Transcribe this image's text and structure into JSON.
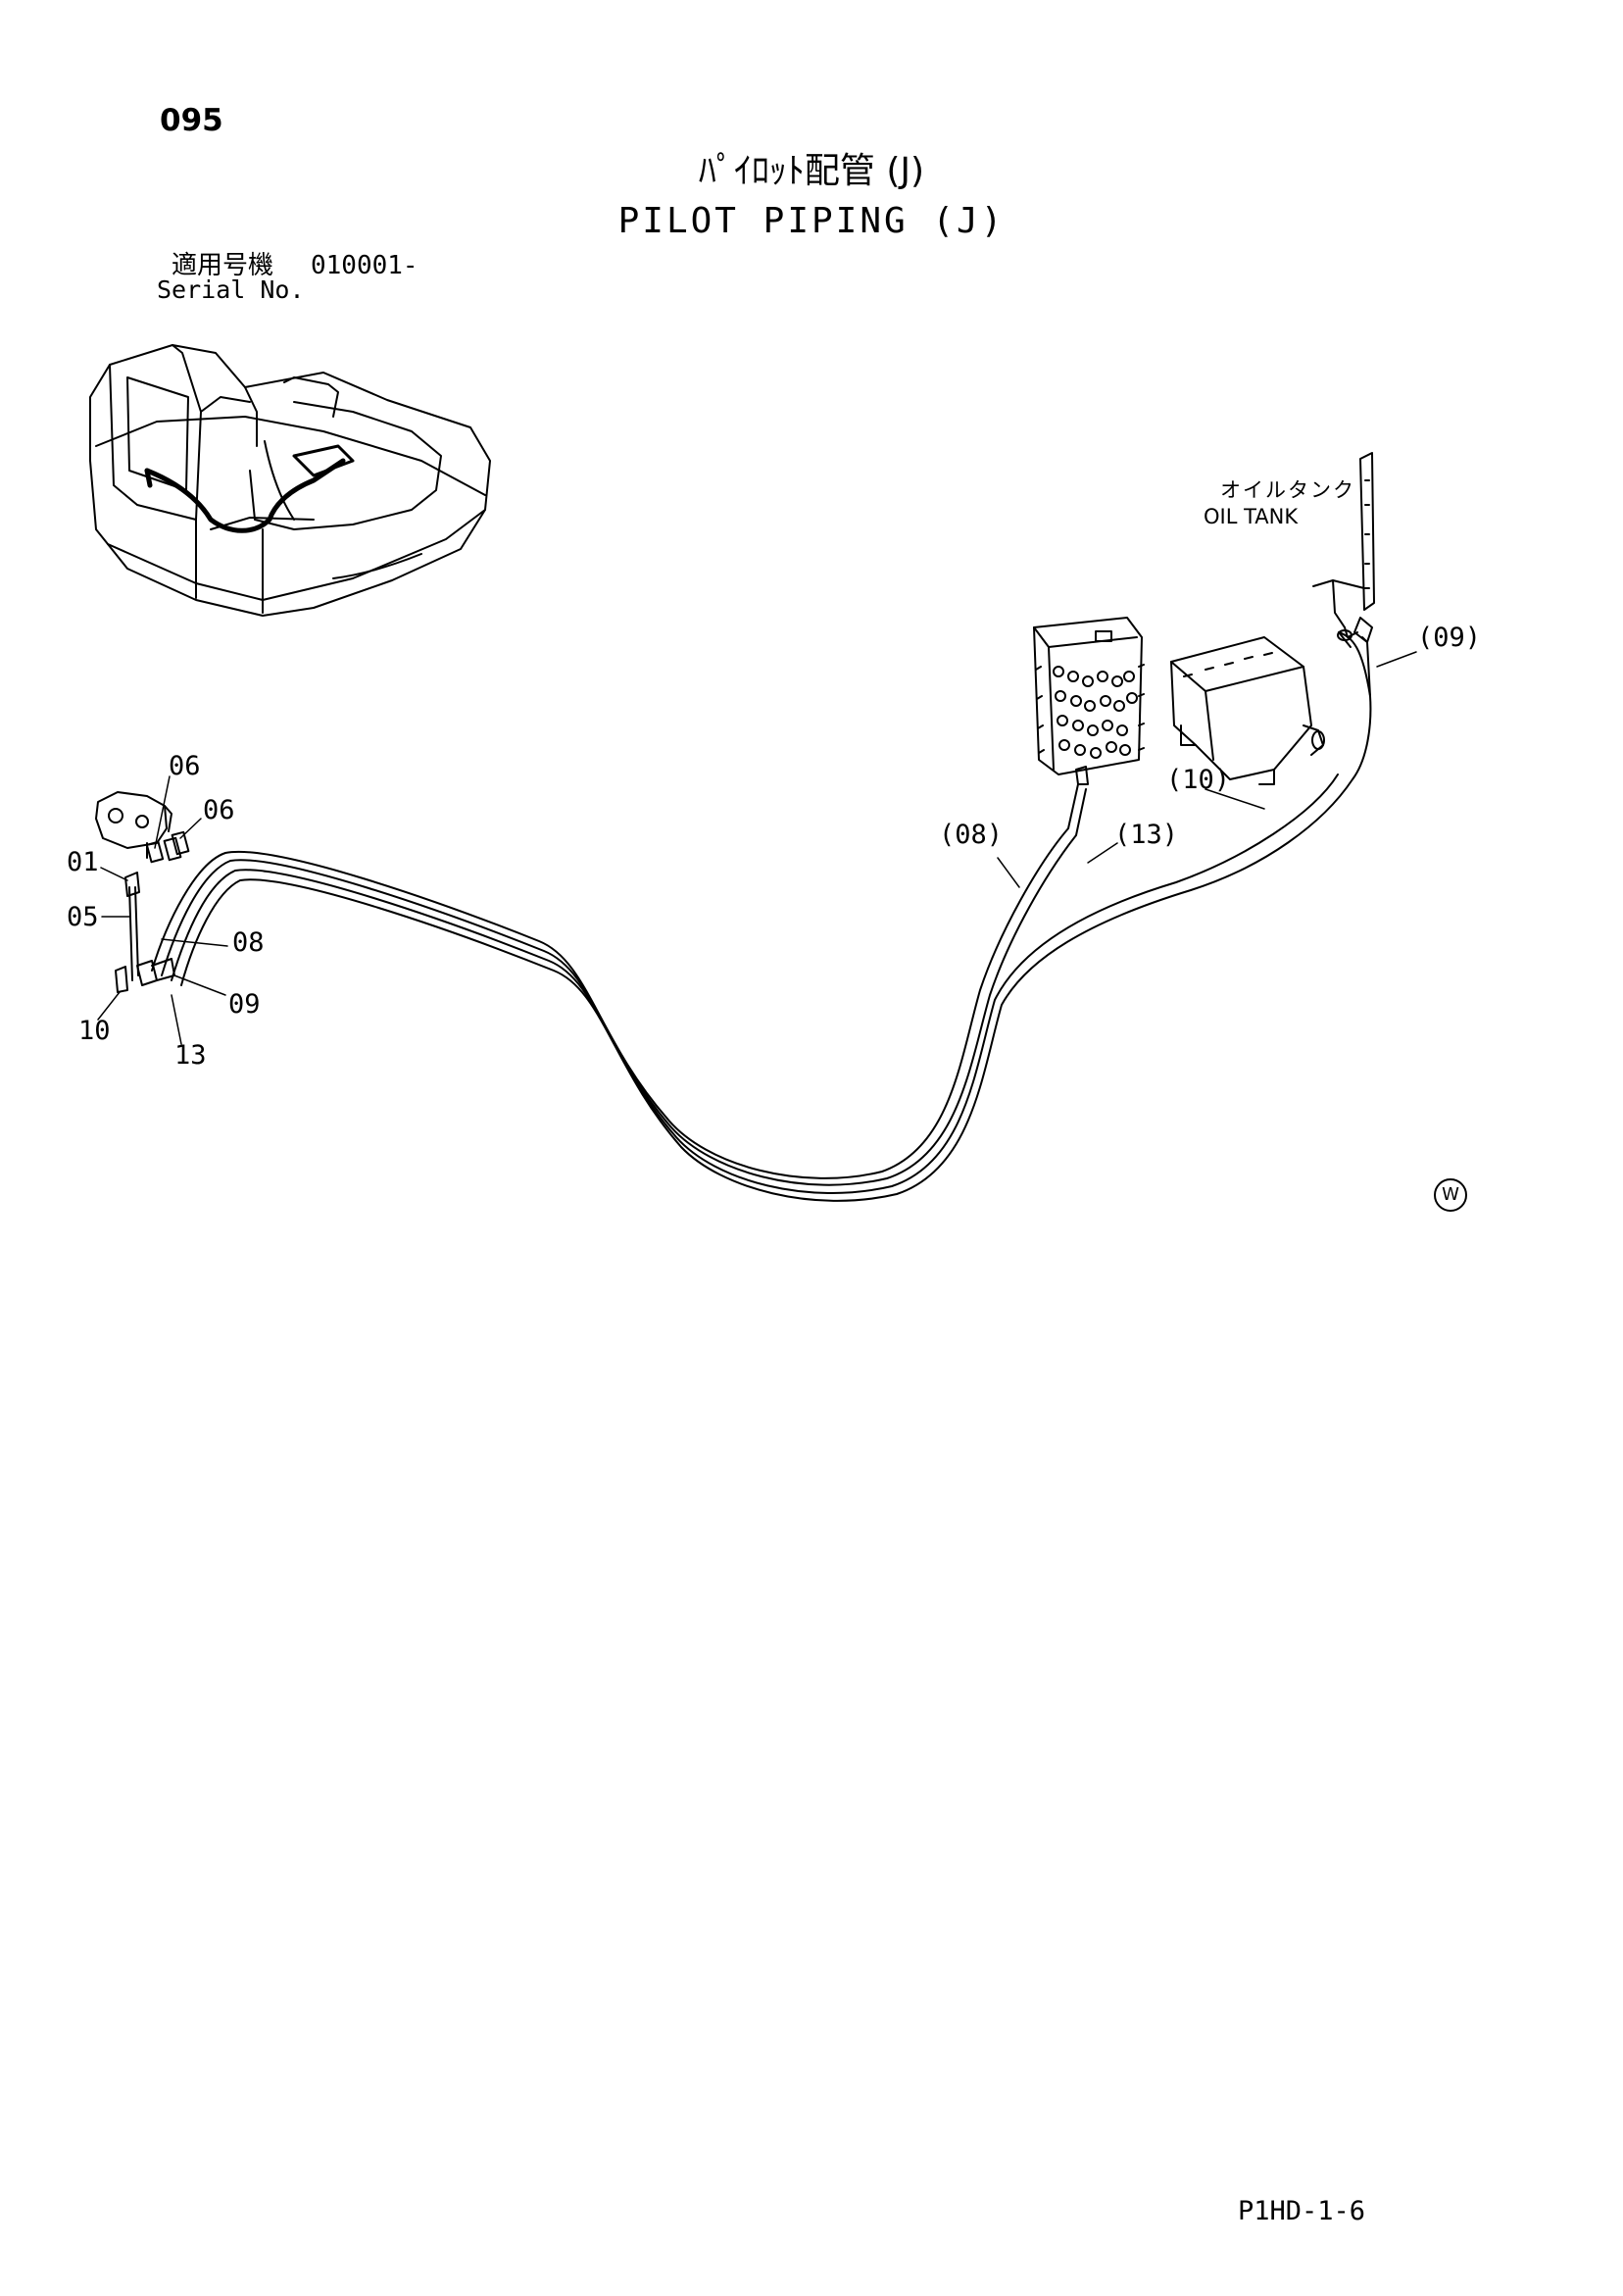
{
  "header": {
    "page_number": "095",
    "title_jp": "ﾊﾟｲﾛｯﾄ配管 (J)",
    "title_en": "PILOT PIPING (J)"
  },
  "serial": {
    "label_jp": "適用号機",
    "value": "010001-",
    "label_en": "Serial No."
  },
  "oil_tank": {
    "label_jp": "オイルタンク",
    "label_en": "OIL TANK"
  },
  "callouts": {
    "c06a": "06",
    "c06b": "06",
    "c01": "01",
    "c05": "05",
    "c08": "08",
    "c09": "09",
    "c10": "10",
    "c13": "13",
    "p08": "(08)",
    "p13": "(13)",
    "p10": "(10)",
    "p09": "(09)"
  },
  "marks": {
    "w_mark": "W"
  },
  "footer": {
    "code": "P1HD-1-6"
  }
}
